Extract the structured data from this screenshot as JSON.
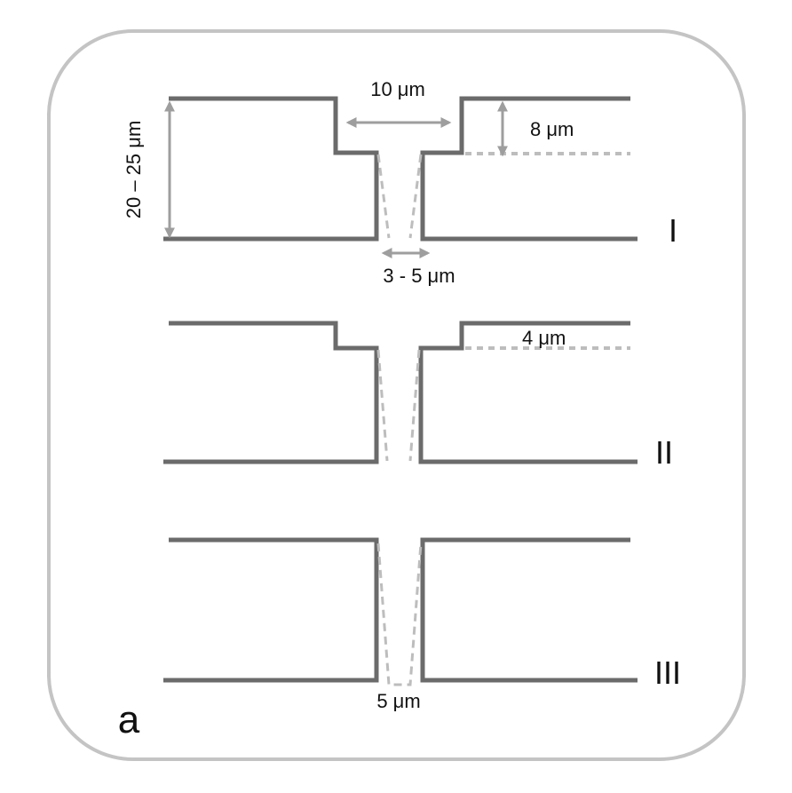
{
  "panel": {
    "letter": "a"
  },
  "profiles": [
    {
      "roman": "I",
      "labels": {
        "opening_width": "10 μm",
        "step_depth": "8 μm",
        "total_depth": "20 – 25 μm",
        "tip_width": "3 - 5 μm"
      }
    },
    {
      "roman": "II",
      "labels": {
        "step_depth": "4 μm"
      }
    },
    {
      "roman": "III",
      "labels": {
        "tip_width": "5 μm"
      }
    }
  ],
  "colors": {
    "profile_line": "#6b6b6b",
    "dimension": "#9e9e9e",
    "dashed": "#bdbdbd",
    "frame": "#c4c4c4"
  }
}
